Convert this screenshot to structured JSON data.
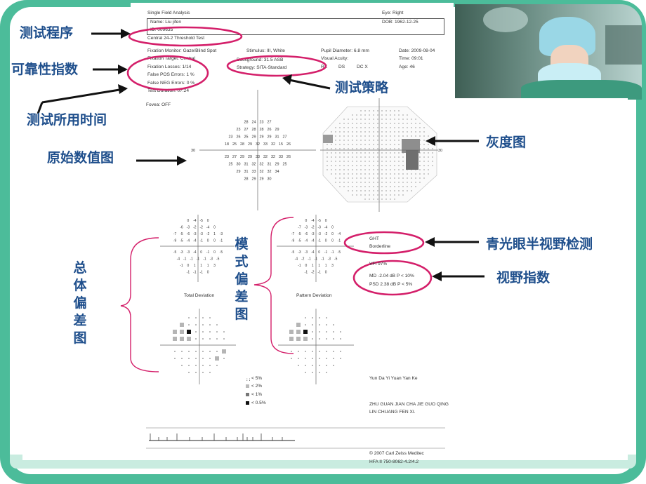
{
  "header": {
    "title": "Single Field Analysis",
    "eye": "Eye: Right",
    "name": "Name: Liu jifen",
    "dob": "DOB: 1962-12-25",
    "id": "ID: 009635",
    "program": "Central 24-2 Threshold Test"
  },
  "params": {
    "fixation_monitor": "Fixation Monitor: Gaze/Blind Spot",
    "fixation_target": "Fixation Target: Central",
    "fixation_losses": "Fixation Losses: 1/14",
    "false_pos": "False POS Errors:  1 %",
    "false_neg": "False NEG Errors:  0 %",
    "duration": "Test Duration: 07:24",
    "fovea": "Fovea: OFF",
    "stimulus": "Stimulus: III, White",
    "background": "Background: 31.5 ASB",
    "strategy": "Strategy: SITA-Standard",
    "pupil": "Pupil Diameter: 6.8 mm",
    "acuity": "Visual Acuity:",
    "rx_label": "RX",
    "ds": "DS",
    "dc": "DC  X",
    "date": "Date: 2009-08-04",
    "time": "Time: 09:01",
    "age": "Age: 46"
  },
  "threshold_grid": {
    "rows": [
      [
        "28",
        "24",
        "23",
        "27"
      ],
      [
        "23",
        "27",
        "28",
        "28",
        "26",
        "29"
      ],
      [
        "23",
        "26",
        "25",
        "29",
        "29",
        "29",
        "31",
        "27"
      ],
      [
        "18",
        "25",
        "28",
        "29",
        "32",
        "33",
        "32",
        "15",
        "26"
      ],
      [
        "23",
        "27",
        "29",
        "29",
        "33",
        "32",
        "32",
        "33",
        "26"
      ],
      [
        "25",
        "30",
        "31",
        "32",
        "32",
        "31",
        "29",
        "25"
      ],
      [
        "29",
        "31",
        "33",
        "32",
        "32",
        "34"
      ],
      [
        "28",
        "29",
        "29",
        "30"
      ]
    ],
    "axis_label": "30"
  },
  "greyscale": {
    "axis_label": "30"
  },
  "total_deviation": {
    "rows": [
      [
        "0",
        "-4",
        "-5",
        "0"
      ],
      [
        "-6",
        "-3",
        "-2",
        "-2",
        "-4",
        "0"
      ],
      [
        "-7",
        "-5",
        "-6",
        "-3",
        "-3",
        "-2",
        "1",
        "-3"
      ],
      [
        "-9",
        "-5",
        "-4",
        "-4",
        "-1",
        "0",
        "0",
        "-1"
      ],
      [
        "-5",
        "-3",
        "-3",
        "-4",
        "0",
        "-1",
        "0",
        "-5"
      ],
      [
        "-4",
        "-1",
        "-1",
        "-1",
        "-1",
        "-3",
        "-5"
      ],
      [
        "-1",
        "0",
        "1",
        "1",
        "1",
        "3"
      ],
      [
        "-1",
        "-1",
        "-1",
        "0"
      ]
    ],
    "title": "Total Deviation"
  },
  "pattern_deviation": {
    "rows": [
      [
        "0",
        "-4",
        "-5",
        "0"
      ],
      [
        "-7",
        "-3",
        "-2",
        "-3",
        "-4",
        "0"
      ],
      [
        "-7",
        "-5",
        "-6",
        "-3",
        "-3",
        "-2",
        "0",
        "-4"
      ],
      [
        "-9",
        "-5",
        "-4",
        "-4",
        "-1",
        "0",
        "0",
        "-1"
      ],
      [
        "-5",
        "-3",
        "-3",
        "-4",
        "0",
        "-1",
        "-1",
        "-5"
      ],
      [
        "-4",
        "-2",
        "-1",
        "-1",
        "-1",
        "-3",
        "-5"
      ],
      [
        "-1",
        "0",
        "1",
        "1",
        "1",
        "3"
      ],
      [
        "-1",
        "-2",
        "-1",
        "0"
      ]
    ],
    "title": "Pattern Deviation"
  },
  "ght": {
    "label": "GHT",
    "value": "Borderline"
  },
  "indices": {
    "vfi": "VFI   97%",
    "md": "MD    -2.04 dB  P < 10%",
    "psd": "PSD   2.38 dB  P < 5%"
  },
  "legend": {
    "p5": "< 5%",
    "p2": "< 2%",
    "p1": "< 1%",
    "p05": "< 0.5%"
  },
  "operator": "Yun Da Yi Yuan Yan Ke",
  "footer_note_1": "ZHU GUAN JIAN CHA  JIE GUO QING",
  "footer_note_2": "LIN CHUANG FEN XI.",
  "copyright": "© 2007 Carl Zeiss Meditec",
  "model": "HFA II 750-8062-4.2/4.2",
  "annotations": {
    "test_program": "测试程序",
    "reliability": "可靠性指数",
    "strategy": "测试策略",
    "duration": "测试所用时间",
    "raw_values": "原始数值图",
    "greyscale": "灰度图",
    "ght": "青光眼半视野检测",
    "indices": "视野指数",
    "total_deviation": "总体偏差图",
    "pattern_deviation": "模式偏差图"
  },
  "colors": {
    "frame": "#4cbc9a",
    "annotation": "#1f4f8c",
    "highlight": "#d41f6a"
  }
}
